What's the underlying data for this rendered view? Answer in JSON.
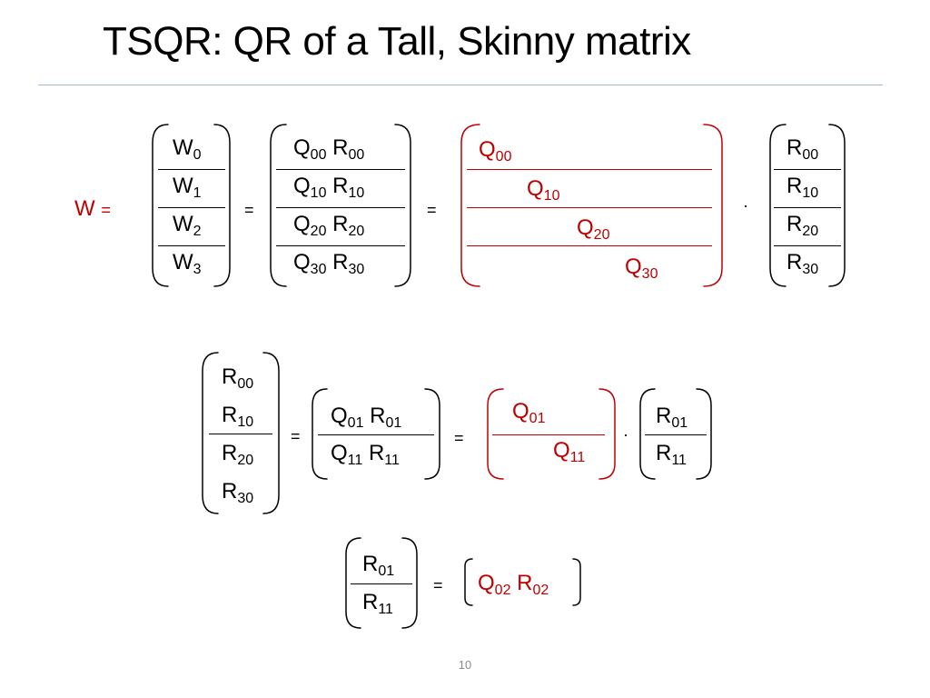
{
  "slide": {
    "title": "TSQR: QR of a Tall, Skinny matrix",
    "page_number": "10",
    "colors": {
      "accent_red": "#c00000",
      "rule_blue": "#9bbbd9",
      "text": "#000000"
    }
  },
  "symbols": {
    "equals": "=",
    "dot": "·",
    "W_label": "W",
    "W_equals": "="
  },
  "sub": {
    "w0": "0",
    "w1": "1",
    "w2": "2",
    "w3": "3",
    "q00": "00",
    "q10": "10",
    "q20": "20",
    "q30": "30",
    "r00": "00",
    "r10": "10",
    "r20": "20",
    "r30": "30",
    "q01": "01",
    "q11": "11",
    "r01": "01",
    "r11": "11",
    "q02": "02",
    "r02": "02"
  },
  "letters": {
    "W": "W",
    "Q": "Q",
    "R": "R"
  }
}
